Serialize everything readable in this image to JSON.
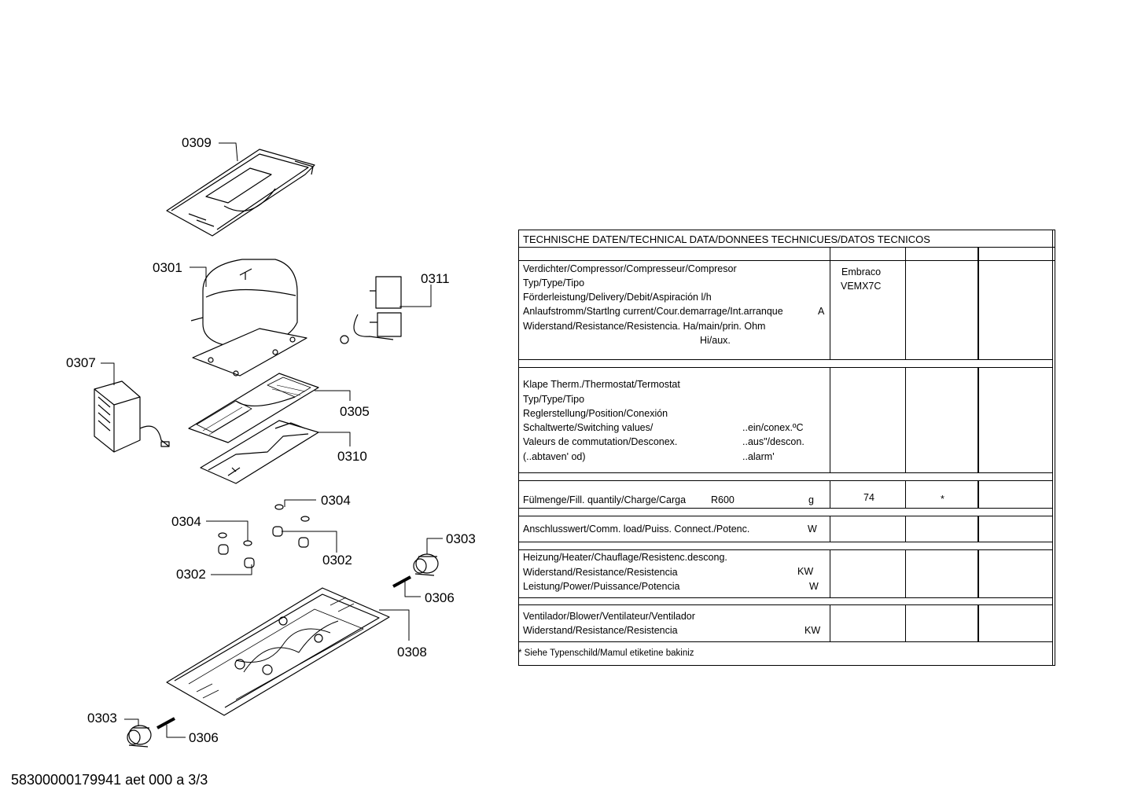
{
  "labels": {
    "l0309": "0309",
    "l0301": "0301",
    "l0311": "0311",
    "l0307": "0307",
    "l0305": "0305",
    "l0310": "0310",
    "l0304a": "0304",
    "l0304b": "0304",
    "l0302a": "0302",
    "l0302b": "0302",
    "l0303a": "0303",
    "l0306a": "0306",
    "l0308": "0308",
    "l0303b": "0303",
    "l0306b": "0306"
  },
  "spec": {
    "title": "TECHNISCHE DATEN/TECHNICAL DATA/DONNEES TECHNICUES/DATOS TECNICOS",
    "compressor": {
      "r1": "Verdichter/Compressor/Compresseur/Compresor",
      "r2": "Typ/Type/Tipo",
      "r3": "Förderleistung/Delivery/Debit/Aspiración l/h",
      "r4": "Anlaufstromm/Startlng current/Cour.demarrage/Int.arranque",
      "r4u": "A",
      "r5": "Widerstand/Resistance/Resistencia. Ha/main/prin. Ohm",
      "r6": "Hi/aux.",
      "v1": "Embraco",
      "v2": "VEMX7C"
    },
    "thermostat": {
      "r1": "Klape Therm./Thermostat/Termostat",
      "r2": "Typ/Type/Tipo",
      "r3": "Reglerstellung/Position/Conexión",
      "r4": "Schaltwerte/Switching values/",
      "r4b": "..ein/conex.ºC",
      "r5": "Valeurs de commutation/Desconex.",
      "r5b": "..aus\"/descon.",
      "r6": "(..abtaven' od)",
      "r6b": "..alarm'"
    },
    "fill": {
      "r1": "Fülmenge/Fill. quantily/Charge/Carga",
      "r1b": "R600",
      "unit": "g",
      "v1": "74",
      "v2": "*"
    },
    "load": {
      "r1": "Anschlusswert/Comm. load/Puiss. Connect./Potenc.",
      "unit": "W"
    },
    "heater": {
      "r1": "Heizung/Heater/Chauflage/Resistenc.descong.",
      "r2": "Widerstand/Resistance/Resistencia",
      "r2u": "KW",
      "r3": "Leistung/Power/Puissance/Potencia",
      "r3u": "W"
    },
    "blower": {
      "r1": "Ventilador/Blower/Ventilateur/Ventilador",
      "r2": "Widerstand/Resistance/Resistencia",
      "r2u": "KW"
    },
    "note": "* Siehe Typenschild/Mamul etiketine bakiniz"
  },
  "footer": "58300000179941 aet 000 a 3/3"
}
